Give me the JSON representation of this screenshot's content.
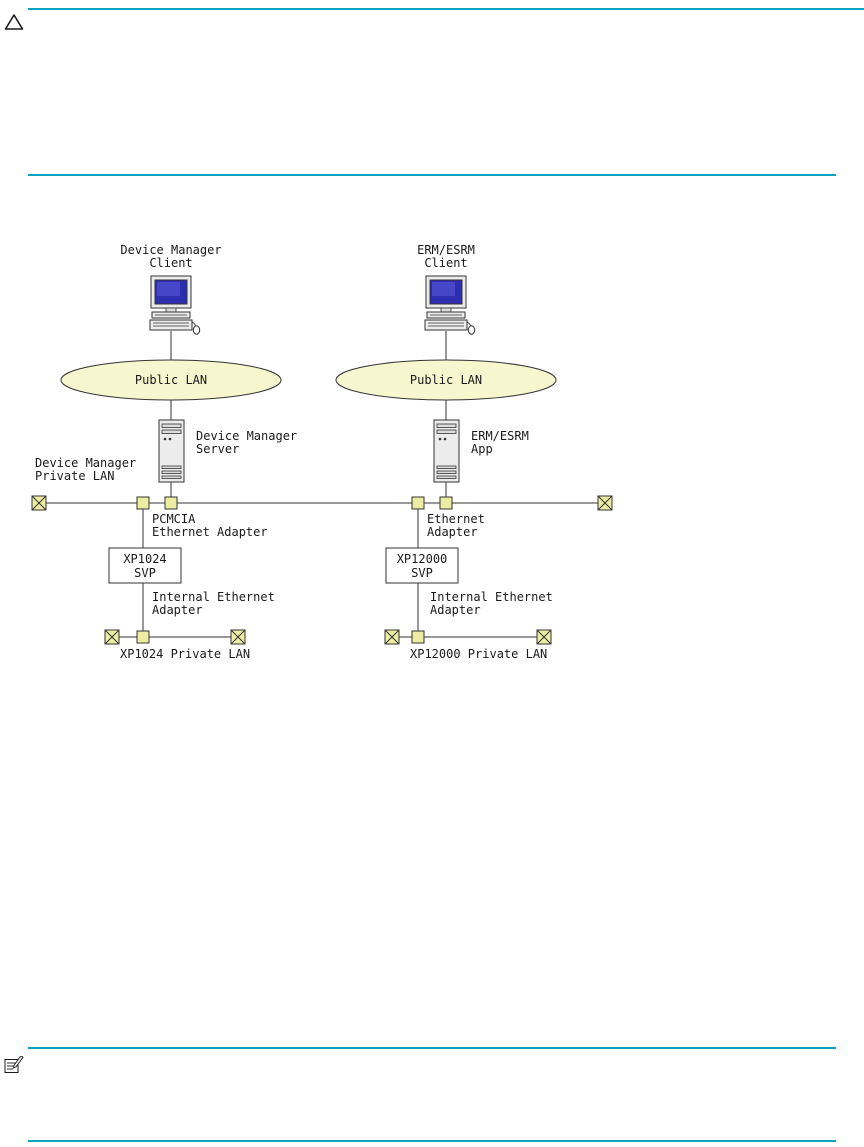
{
  "accent_color": "#0da1c2",
  "icons": {
    "caution": "caution-triangle",
    "note": "note-pencil"
  },
  "diagram": {
    "clients": {
      "left": {
        "line1": "Device Manager",
        "line2": "Client"
      },
      "right": {
        "line1": "ERM/ESRM",
        "line2": "Client"
      }
    },
    "lans": {
      "left": "Public LAN",
      "right": "Public LAN"
    },
    "servers": {
      "left": {
        "line1": "Device Manager",
        "line2": "Server"
      },
      "right": {
        "line1": "ERM/ESRM",
        "line2": "App"
      }
    },
    "private_lan_label": {
      "line1": "Device Manager",
      "line2": "Private LAN"
    },
    "adapters": {
      "left": {
        "line1": "PCMCIA",
        "line2": "Ethernet Adapter"
      },
      "right": {
        "line1": "Ethernet",
        "line2": "Adapter"
      }
    },
    "svp_boxes": {
      "left": {
        "line1": "XP1024",
        "line2": "SVP"
      },
      "right": {
        "line1": "XP12000",
        "line2": "SVP"
      }
    },
    "internal_adapters": {
      "left": {
        "line1": "Internal Ethernet",
        "line2": "Adapter"
      },
      "right": {
        "line1": "Internal Ethernet",
        "line2": "Adapter"
      }
    },
    "bottom_lans": {
      "left": "XP1024 Private LAN",
      "right": "XP12000 Private LAN"
    },
    "colors": {
      "lan_ellipse_fill": "#f6f6cf",
      "connector_fill": "#ececa3",
      "monitor_screen": "#2d2db0"
    }
  }
}
